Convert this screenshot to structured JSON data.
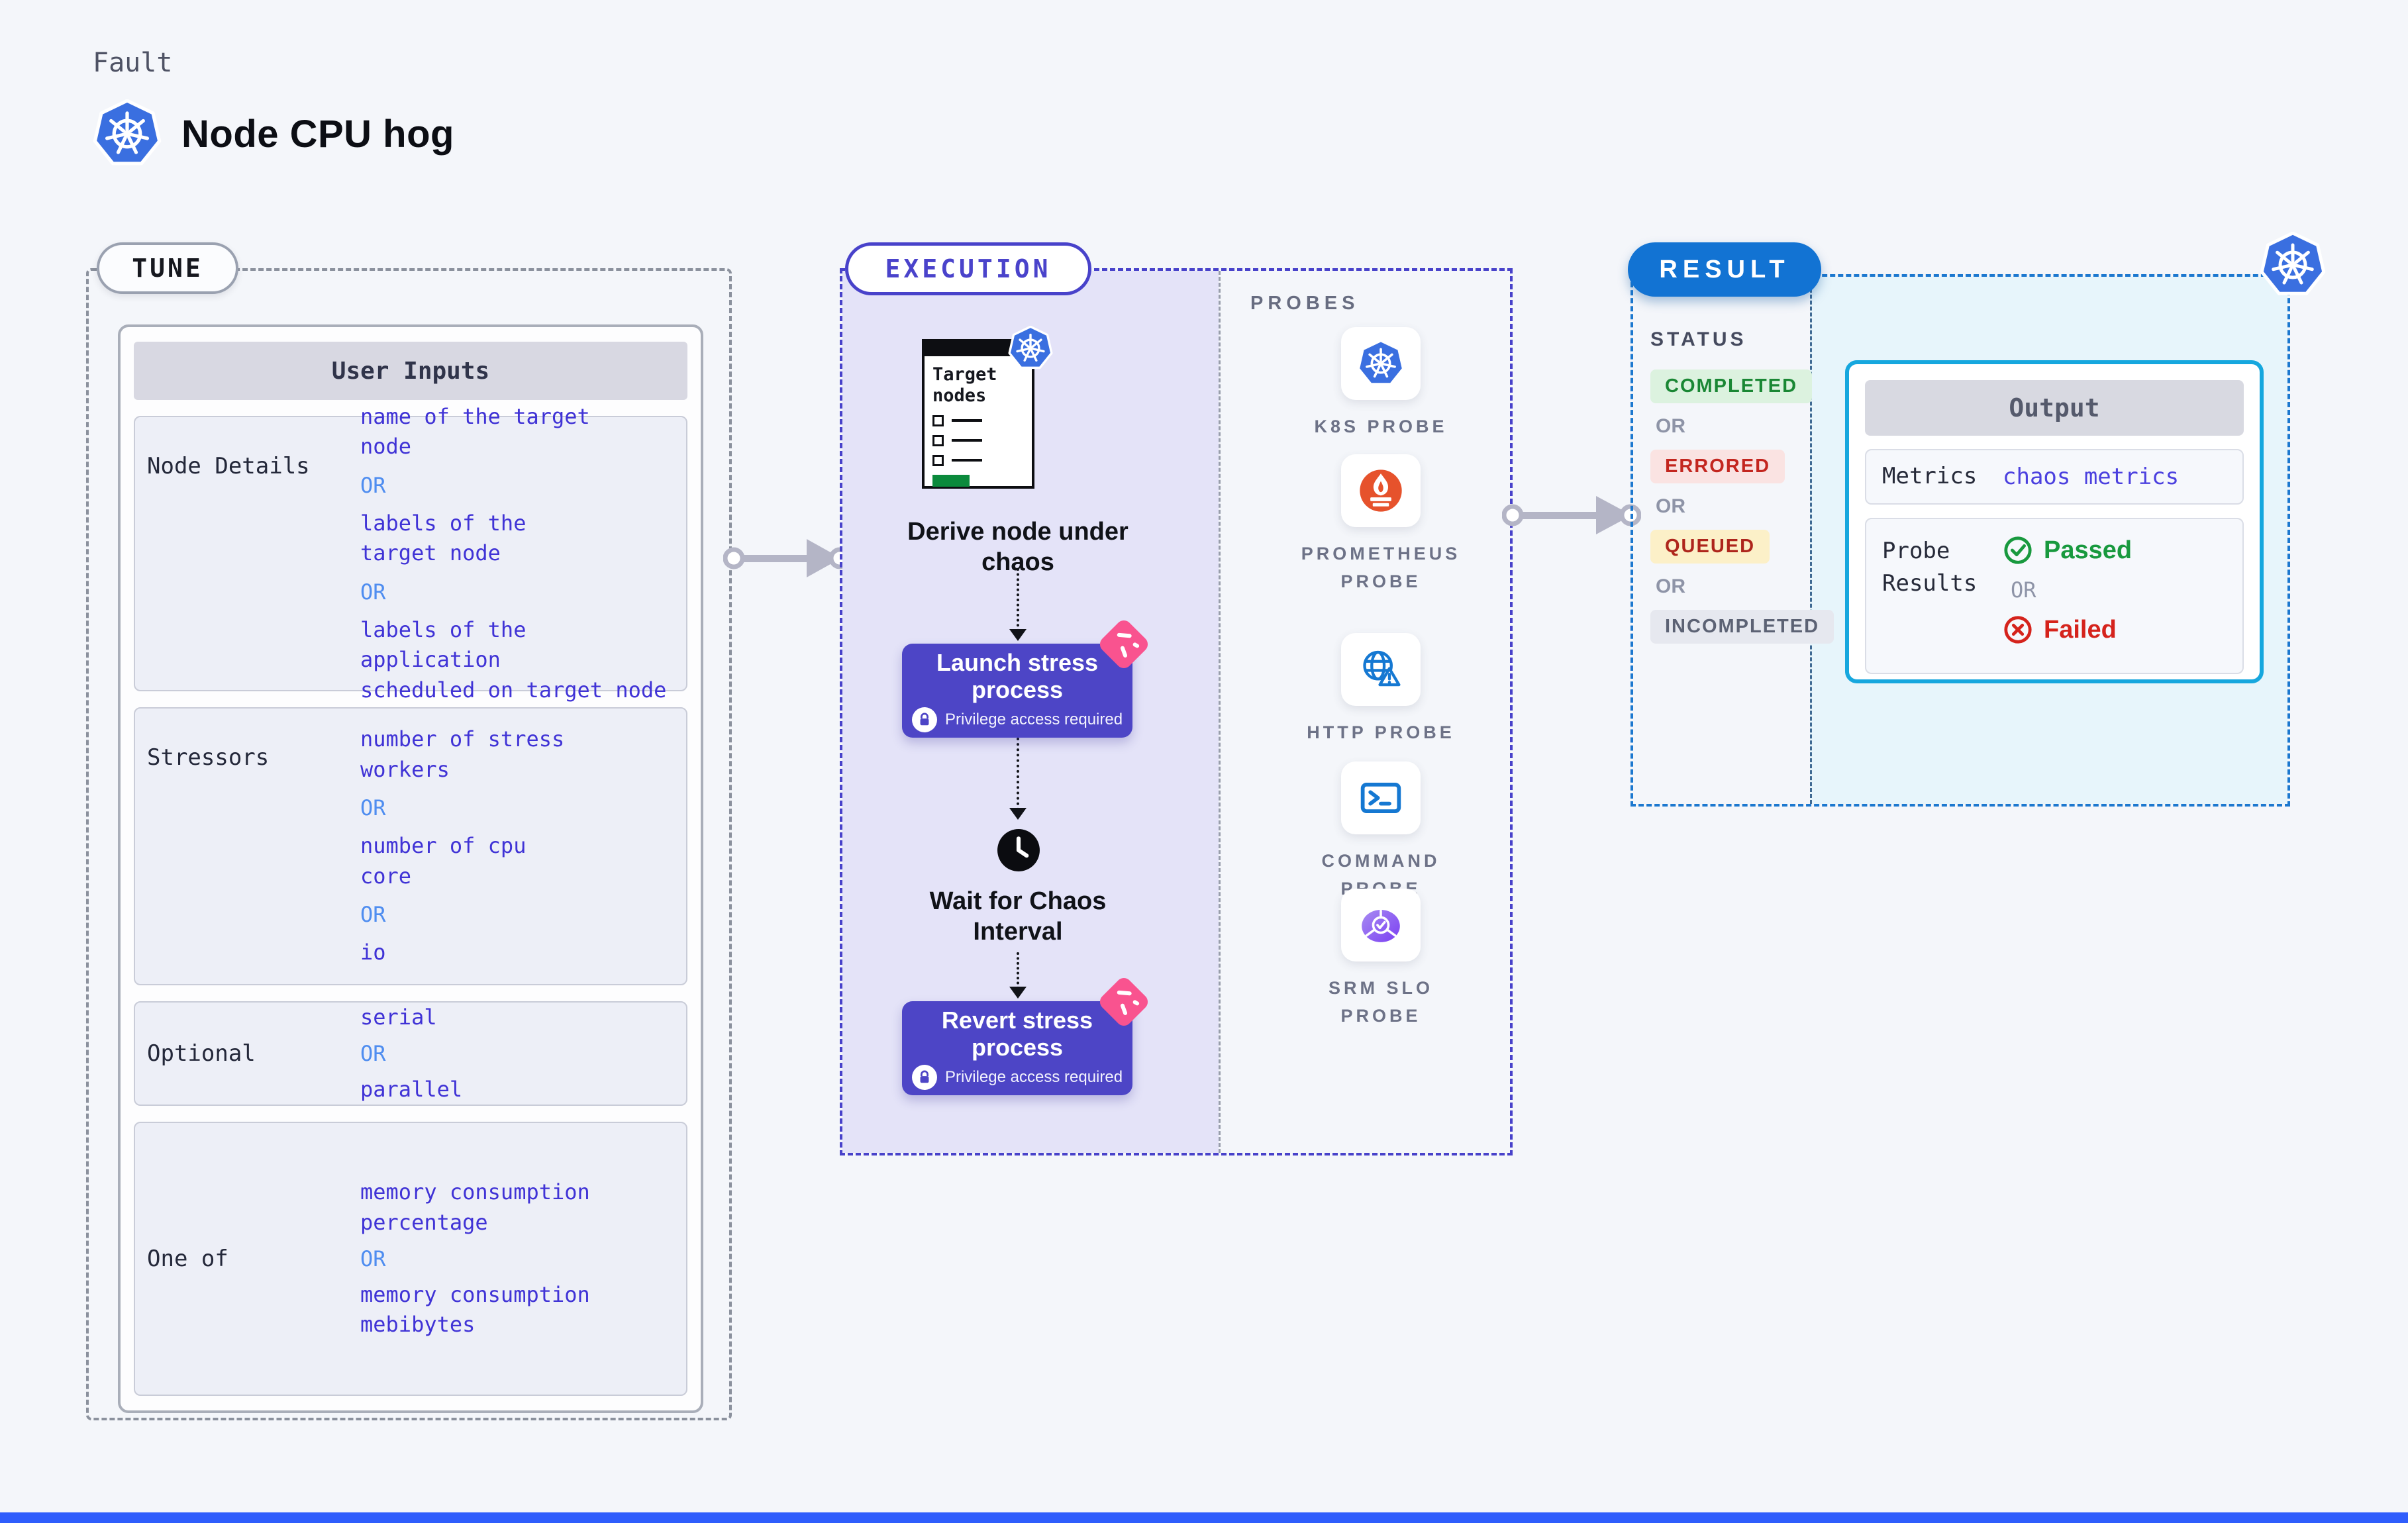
{
  "page": {
    "kicker": "Fault",
    "title": "Node CPU hog"
  },
  "colors": {
    "page_bg": "#f4f6fa",
    "indigo_accent": "#4842ca",
    "button_indigo": "#4d45c6",
    "result_blue": "#1273d3",
    "output_cyan": "#16a7de",
    "exec_bg": "#e4e3f8",
    "result_bg": "#e7f5fb",
    "value_blue": "#4033d6",
    "or_blue": "#4f8df0",
    "pink_badge": "#f9538f",
    "green": "#18993e",
    "red": "#d5231c",
    "k8s_blue": "#3a6fe0",
    "prometheus_orange": "#e6522c",
    "bottom_bar": "#2f5dfc"
  },
  "tune": {
    "badge": "TUNE",
    "panel_title": "User Inputs",
    "or_label": "OR",
    "rows": [
      {
        "label": "Node Details",
        "options": [
          "name of the target\nnode",
          "labels of the\ntarget node",
          "labels of the application\nscheduled on target node"
        ]
      },
      {
        "label": "Stressors",
        "options": [
          "number of stress\nworkers",
          "number of cpu\ncore",
          "io"
        ]
      },
      {
        "label": "Optional",
        "options": [
          "serial",
          "parallel"
        ]
      },
      {
        "label": "One of",
        "options": [
          "memory consumption\npercentage",
          "memory consumption\nmebibytes"
        ]
      }
    ]
  },
  "execution": {
    "badge": "EXECUTION",
    "target_card": {
      "title": "Target nodes"
    },
    "derive_label": "Derive node under chaos",
    "launch": {
      "label": "Launch stress process",
      "sub": "Privilege access required"
    },
    "wait_label": "Wait for Chaos Interval",
    "revert": {
      "label": "Revert stress process",
      "sub": "Privilege access required"
    }
  },
  "probes": {
    "title": "PROBES",
    "items": [
      {
        "label": "K8S PROBE",
        "icon": "kubernetes-icon"
      },
      {
        "label": "PROMETHEUS PROBE",
        "icon": "prometheus-icon"
      },
      {
        "label": "HTTP PROBE",
        "icon": "globe-alert-icon"
      },
      {
        "label": "COMMAND PROBE",
        "icon": "terminal-icon"
      },
      {
        "label": "SRM SLO PROBE",
        "icon": "slo-check-icon"
      }
    ]
  },
  "result": {
    "badge": "RESULT",
    "status_title": "STATUS",
    "or_label": "OR",
    "statuses": [
      {
        "label": "COMPLETED",
        "bg": "#dcf2df",
        "fg": "#1a8734"
      },
      {
        "label": "ERRORED",
        "bg": "#fae3e2",
        "fg": "#c3261f"
      },
      {
        "label": "QUEUED",
        "bg": "#fcf0c8",
        "fg": "#ae251c"
      },
      {
        "label": "INCOMPLETED",
        "bg": "#e6e8ef",
        "fg": "#5c6274"
      }
    ],
    "output": {
      "title": "Output",
      "metrics_label": "Metrics",
      "metrics_value": "chaos metrics",
      "probe_label": "Probe Results",
      "passed": "Passed",
      "or_label": "OR",
      "failed": "Failed"
    }
  }
}
